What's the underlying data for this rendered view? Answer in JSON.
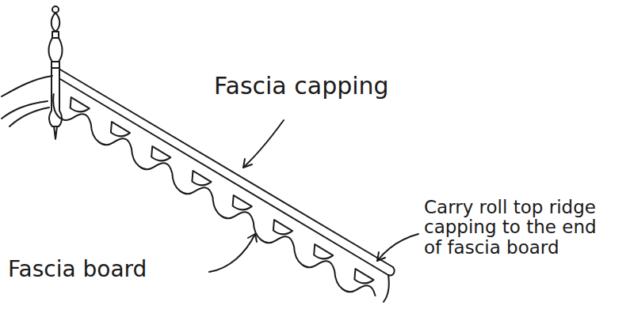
{
  "diagram": {
    "labels": [
      "Fascia capping",
      "Fascia board",
      "Carry roll top ridge capping to the end of fascia board"
    ]
  }
}
